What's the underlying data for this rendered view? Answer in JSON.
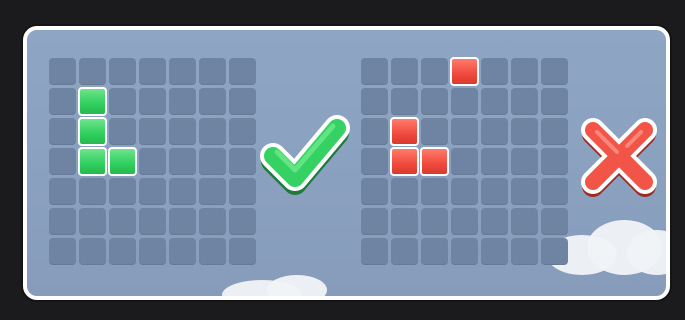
{
  "tutorial": {
    "grid": {
      "rows": 7,
      "cols": 7
    },
    "valid_example": {
      "result": "valid",
      "icon": "check-mark-icon",
      "piece_color": "#30d05e",
      "piece_cells": [
        [
          1,
          1
        ],
        [
          2,
          1
        ],
        [
          3,
          1
        ],
        [
          3,
          2
        ]
      ]
    },
    "invalid_example": {
      "result": "invalid",
      "icon": "cross-mark-icon",
      "piece_color": "#f04a3e",
      "piece_cells": [
        [
          0,
          3
        ],
        [
          2,
          1
        ],
        [
          3,
          1
        ],
        [
          3,
          2
        ]
      ]
    },
    "colors": {
      "panel_border": "#ffffff",
      "panel_background": "#8ea5c4",
      "empty_cell": "#6f84a2",
      "check": "#35d163",
      "cross": "#f25548"
    }
  }
}
